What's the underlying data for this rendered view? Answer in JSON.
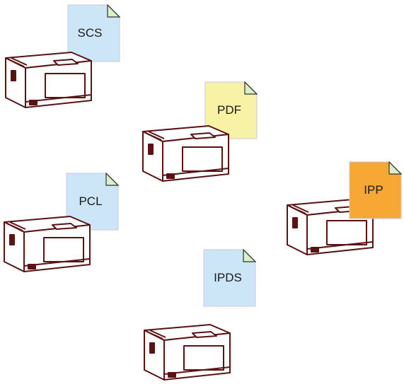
{
  "colors": {
    "printer_outline": "#5a1212",
    "doc_blue": "#cce6f7",
    "doc_yellow": "#f7f2a6",
    "doc_orange": "#f7a733",
    "corner_fold": "#d9f0c8"
  },
  "printers": [
    {
      "id": "scs",
      "doc_label": "SCS",
      "doc_color": "#cce6f7"
    },
    {
      "id": "pdf",
      "doc_label": "PDF",
      "doc_color": "#f7f2a6"
    },
    {
      "id": "pcl",
      "doc_label": "PCL",
      "doc_color": "#cce6f7"
    },
    {
      "id": "ipp",
      "doc_label": "IPP",
      "doc_color": "#f7a733"
    },
    {
      "id": "ipds",
      "doc_label": "IPDS",
      "doc_color": "#cce6f7"
    }
  ]
}
